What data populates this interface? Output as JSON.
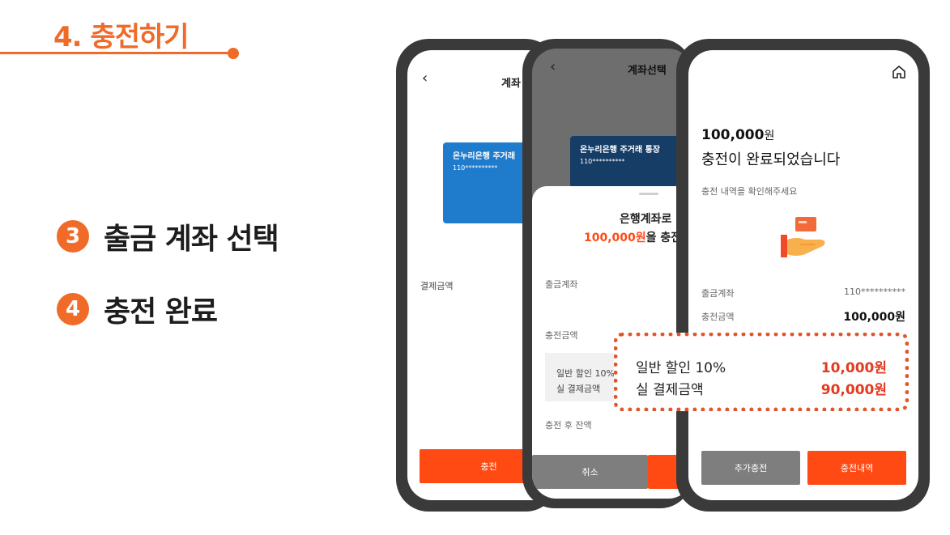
{
  "header": {
    "title": "4. 충전하기"
  },
  "steps": [
    {
      "num": "3",
      "label": "출금 계좌 선택"
    },
    {
      "num": "4",
      "label": "충전 완료"
    }
  ],
  "phone1": {
    "title": "계좌",
    "card_name": "온누리은행 주거래",
    "card_number": "110**********",
    "label_amount": "결제금액",
    "button": "충전"
  },
  "phone2": {
    "title": "계좌선택",
    "card_name": "온누리은행 주거래 통장",
    "card_number": "110**********",
    "sheet_line1": "은행계좌로",
    "sheet_amount": "100,000원",
    "sheet_suffix": "을 충전",
    "label_account": "출금계좌",
    "label_charge": "충전금액",
    "discount": "일반 할인 10%",
    "real_pay": "실 결제금액",
    "label_after": "충전 후 잔액",
    "cancel": "취소"
  },
  "phone3": {
    "amount_prefix": "100,000",
    "amount_unit": "원",
    "headline": "충전이 완료되었습니다",
    "sub": "충전 내역을 확인해주세요",
    "row_account_label": "출금계좌",
    "row_account_value": "110**********",
    "row_amount_label": "충전금액",
    "row_amount_value": "100,000원",
    "btn_more": "추가충전",
    "btn_history": "충전내역"
  },
  "highlight": {
    "discount_label": "일반 할인 10%",
    "discount_value": "10,000원",
    "real_label": "실 결제금액",
    "real_value": "90,000원"
  },
  "colors": {
    "accent": "#f06a28",
    "button_red": "#ff4a14",
    "card_blue": "#1f7ccc",
    "card_navy": "#153d66"
  }
}
